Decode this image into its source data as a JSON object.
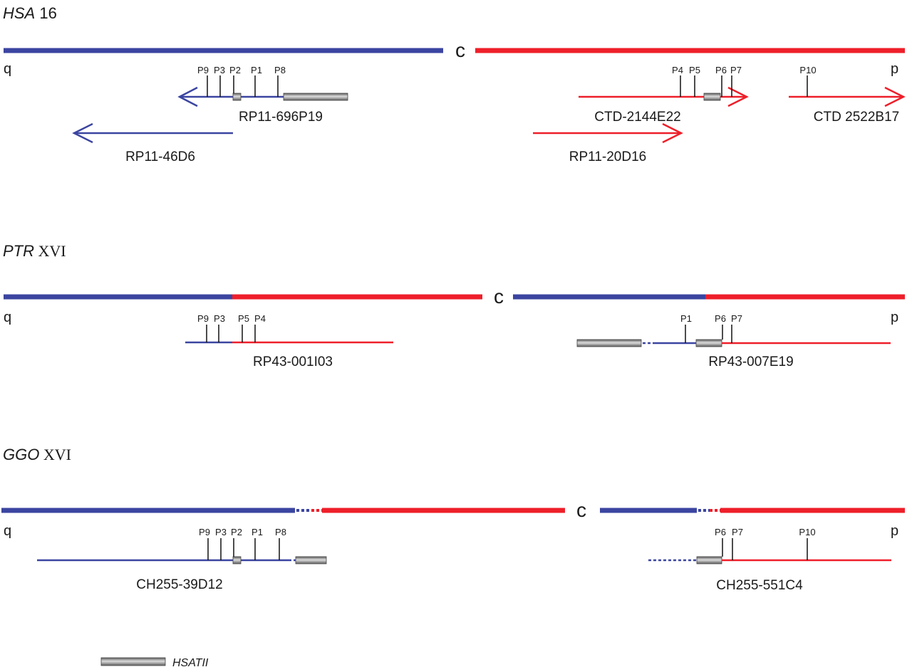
{
  "colors": {
    "blue": "#3b45a0",
    "red": "#ee1f2a",
    "satellite": "#909090",
    "marker": "#111111"
  },
  "legend": {
    "label": "HSATII",
    "icon": "hsatii-bar-icon"
  },
  "panels": [
    {
      "title_italic": "HSA",
      "title_rest": " 16",
      "centromere": "c",
      "arm_left": "q",
      "arm_right": "p",
      "clones": [
        "RP11-696P19",
        "RP11-46D6",
        "CTD-2144E22",
        "RP11-20D16",
        "CTD 2522B17"
      ],
      "probes": [
        "P9",
        "P3",
        "P2",
        "P1",
        "P8",
        "P4",
        "P5",
        "P6",
        "P7",
        "P10"
      ]
    },
    {
      "title_italic": "PTR",
      "title_rest": " XVI",
      "centromere": "c",
      "arm_left": "q",
      "arm_right": "p",
      "clones": [
        "RP43-001I03",
        "RP43-007E19"
      ],
      "probes": [
        "P9",
        "P3",
        "P5",
        "P4",
        "P1",
        "P6",
        "P7"
      ]
    },
    {
      "title_italic": "GGO",
      "title_rest": " XVI",
      "centromere": "c",
      "arm_left": "q",
      "arm_right": "p",
      "clones": [
        "CH255-39D12",
        "CH255-551C4"
      ],
      "probes": [
        "P9",
        "P3",
        "P2",
        "P1",
        "P8",
        "P6",
        "P7",
        "P10"
      ]
    }
  ]
}
